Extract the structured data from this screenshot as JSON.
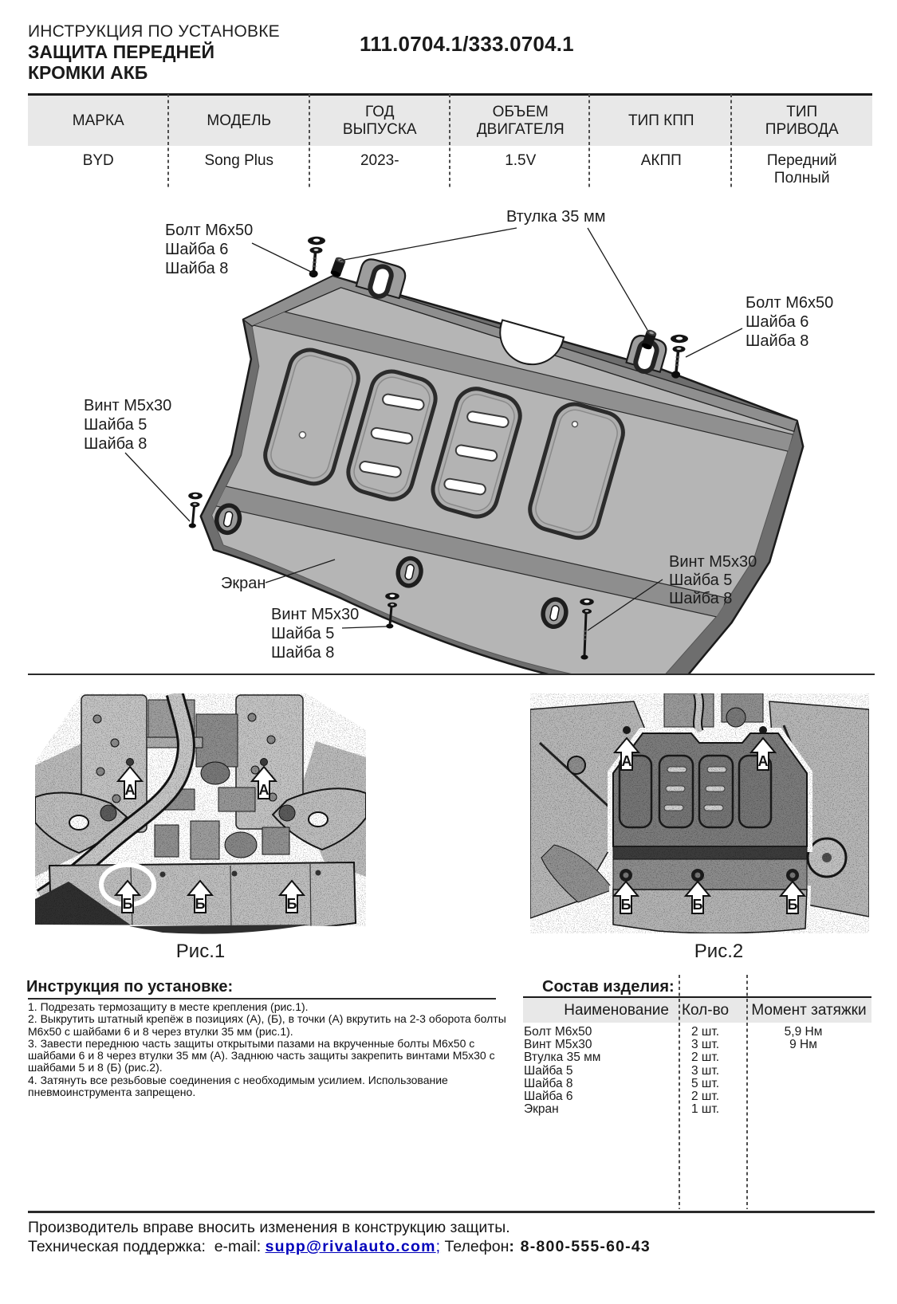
{
  "colors": {
    "link_blue": "#0000bb",
    "table_header_bg": "#e8e8e8",
    "line_dark": "#1a1a1a",
    "plate_light_gray": "#b5b5b5",
    "plate_band_gray": "#8f8f8f",
    "plate_edge_gray": "#6e6e6e"
  },
  "header": {
    "doc_type": "ИНСТРУКЦИЯ ПО УСТАНОВКЕ",
    "product_line1": "ЗАЩИТА ПЕРЕДНЕЙ",
    "product_line2": "КРОМКИ АКБ",
    "part_number": "111.0704.1/333.0704.1"
  },
  "spec_table": {
    "columns": [
      "МАРКА",
      "МОДЕЛЬ",
      "ГОД\nВЫПУСКА",
      "ОБЪЕМ\nДВИГАТЕЛЯ",
      "ТИП КПП",
      "ТИП\nПРИВОДА"
    ],
    "row": [
      "BYD",
      "Song Plus",
      "2023-",
      "1.5V",
      "АКПП",
      "Передний\nПолный"
    ]
  },
  "diagram": {
    "callout_bolt_top_left": [
      "Болт М6х50",
      "Шайба 6",
      "Шайба 8"
    ],
    "callout_bushing": "Втулка 35 мм",
    "callout_bolt_right": [
      "Болт М6х50",
      "Шайба 6",
      "Шайба 8"
    ],
    "callout_screw_left": [
      "Винт М5х30",
      "Шайба 5",
      "Шайба 8"
    ],
    "callout_screen": "Экран",
    "callout_screw_bottom": [
      "Винт М5х30",
      "Шайба 5",
      "Шайба 8"
    ],
    "callout_screw_right": [
      "Винт М5х30",
      "Шайба 5",
      "Шайба 8"
    ]
  },
  "figures": {
    "fig1_caption": "Рис.1",
    "fig2_caption": "Рис.2",
    "marker_a": "А",
    "marker_b": "Б"
  },
  "instructions": {
    "heading": "Инструкция по установке:",
    "items": [
      "1. Подрезать термозащиту в месте крепления (рис.1).",
      "2. Выкрутить штатный крепёж в позициях (А), (Б), в точки (А) вкрутить на 2-3 оборота болты М6х50  с шайбами 6 и 8 через втулки 35 мм (рис.1).",
      "3. Завести переднюю часть защиты открытыми пазами на вкрученные болты М6х50 с шайбами 6 и 8 через втулки 35 мм (А). Заднюю часть защиты закрепить винтами М5х30  с шайбами 5 и 8 (Б) (рис.2).",
      "4. Затянуть все резьбовые соединения с необходимым усилием. Использование пневмоинструмента запрещено."
    ]
  },
  "parts": {
    "heading": "Состав изделия:",
    "columns": [
      "Наименование",
      "Кол-во",
      "Момент затяжки"
    ],
    "rows": [
      {
        "name": "Болт М6х50",
        "qty": "2 шт.",
        "torque": "5,9 Нм"
      },
      {
        "name": "Винт М5х30",
        "qty": "3 шт.",
        "torque": "9 Нм"
      },
      {
        "name": "Втулка 35 мм",
        "qty": "2 шт.",
        "torque": ""
      },
      {
        "name": "Шайба 5",
        "qty": "3 шт.",
        "torque": ""
      },
      {
        "name": "Шайба 8",
        "qty": "5 шт.",
        "torque": ""
      },
      {
        "name": "Шайба 6",
        "qty": "2 шт.",
        "torque": ""
      },
      {
        "name": "Экран",
        "qty": "1 шт.",
        "torque": ""
      }
    ]
  },
  "footer": {
    "notice": "Производитель вправе вносить изменения в конструкцию защиты.",
    "support_prefix": "Техническая поддержка:  e-mail: ",
    "email": "supp@rivalauto.com",
    "email_suffix": ";",
    "phone_label": " Телефон",
    "phone": ": 8-800-555-60-43"
  }
}
